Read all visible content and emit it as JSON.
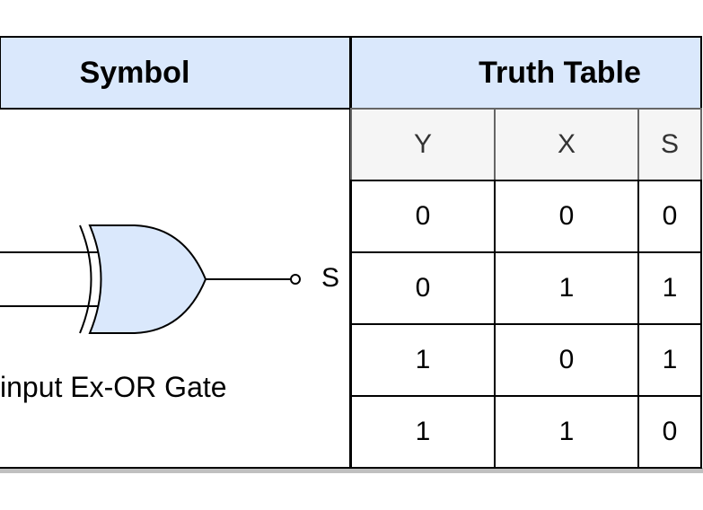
{
  "headers": {
    "symbol": "Symbol",
    "truth_table": "Truth Table"
  },
  "gate": {
    "output_label": "S",
    "caption": "input Ex-OR Gate",
    "fill_color": "#dae8fc"
  },
  "truth_table": {
    "columns": [
      "Y",
      "X",
      "S"
    ],
    "rows": [
      [
        "0",
        "0",
        "0"
      ],
      [
        "0",
        "1",
        "1"
      ],
      [
        "1",
        "0",
        "1"
      ],
      [
        "1",
        "1",
        "0"
      ]
    ]
  },
  "colors": {
    "header_bg": "#dae8fc",
    "subheader_bg": "#f5f5f5"
  }
}
